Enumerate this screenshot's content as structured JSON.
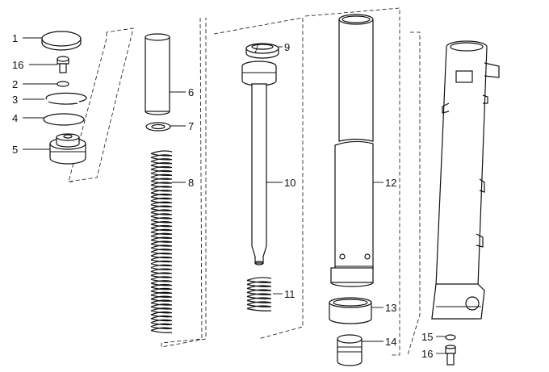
{
  "callouts": {
    "c1": "1",
    "c16a": "16",
    "c2": "2",
    "c3": "3",
    "c4": "4",
    "c5": "5",
    "c6": "6",
    "c7": "7",
    "c8": "8",
    "c9": "9",
    "c10": "10",
    "c11": "11",
    "c12": "12",
    "c13": "13",
    "c14": "14",
    "c15": "15",
    "c16b": "16"
  }
}
